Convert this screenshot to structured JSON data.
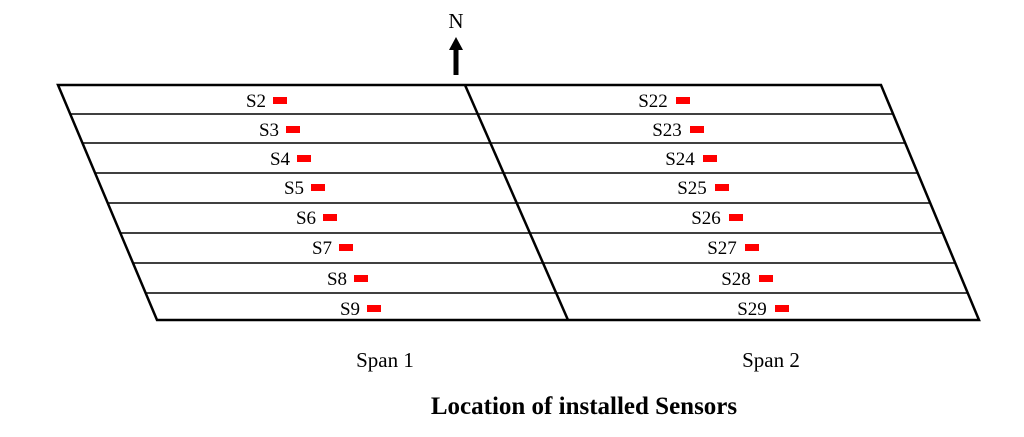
{
  "north": {
    "label": "N"
  },
  "spans": [
    {
      "label": "Span 1",
      "sensors": [
        "S2",
        "S3",
        "S4",
        "S5",
        "S6",
        "S7",
        "S8",
        "S9"
      ]
    },
    {
      "label": "Span 2",
      "sensors": [
        "S22",
        "S23",
        "S24",
        "S25",
        "S26",
        "S27",
        "S28",
        "S29"
      ]
    }
  ],
  "caption": "Location of installed Sensors",
  "colors": {
    "sensor": "#ff0000",
    "lines": "#000000"
  }
}
